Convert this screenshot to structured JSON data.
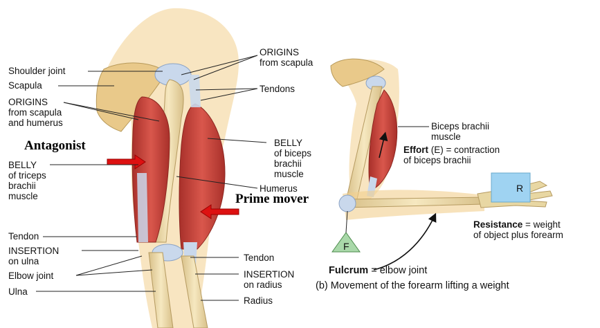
{
  "labels_left": {
    "shoulder_joint": "Shoulder joint",
    "scapula": "Scapula",
    "origins_scapula_humerus": [
      "ORIGINS",
      "from scapula",
      "and humerus"
    ],
    "belly_triceps": [
      "BELLY",
      "of triceps",
      "brachii",
      "muscle"
    ],
    "tendon": "Tendon",
    "insertion_ulna": [
      "INSERTION",
      "on ulna"
    ],
    "elbow_joint": "Elbow joint",
    "ulna": "Ulna"
  },
  "labels_middle": {
    "origins_scapula": [
      "ORIGINS",
      "from scapula"
    ],
    "tendons": "Tendons",
    "belly_biceps": [
      "BELLY",
      "of biceps",
      "brachii",
      "muscle"
    ],
    "humerus": "Humerus",
    "tendon": "Tendon",
    "insertion_radius": [
      "INSERTION",
      "on radius"
    ],
    "radius": "Radius"
  },
  "overlay": {
    "antagonist": "Antagonist",
    "prime_mover": "Prime mover"
  },
  "labels_right": {
    "biceps_brachii": [
      "Biceps brachii",
      "muscle"
    ],
    "effort_term": "Effort",
    "effort_rest": " (E) = contraction",
    "effort_line2": "of biceps brachii",
    "resistance_term": "Resistance",
    "resistance_rest": " = weight",
    "resistance_line2": "of object plus forearm",
    "fulcrum_term": "Fulcrum",
    "fulcrum_rest": " = elbow joint",
    "caption": "(b) Movement of the forearm lifting a weight",
    "weight_box": "R",
    "fulcrum_marker": "F"
  },
  "colors": {
    "skin": "#f2cf8e",
    "bone": "#e8d7a3",
    "muscle": "#c8433b",
    "tendon": "#c9d8ec",
    "arrow_red": "#dd1111",
    "weight_box": "#9fd3f2",
    "fulcrum_triangle": "#a9d8a9"
  }
}
